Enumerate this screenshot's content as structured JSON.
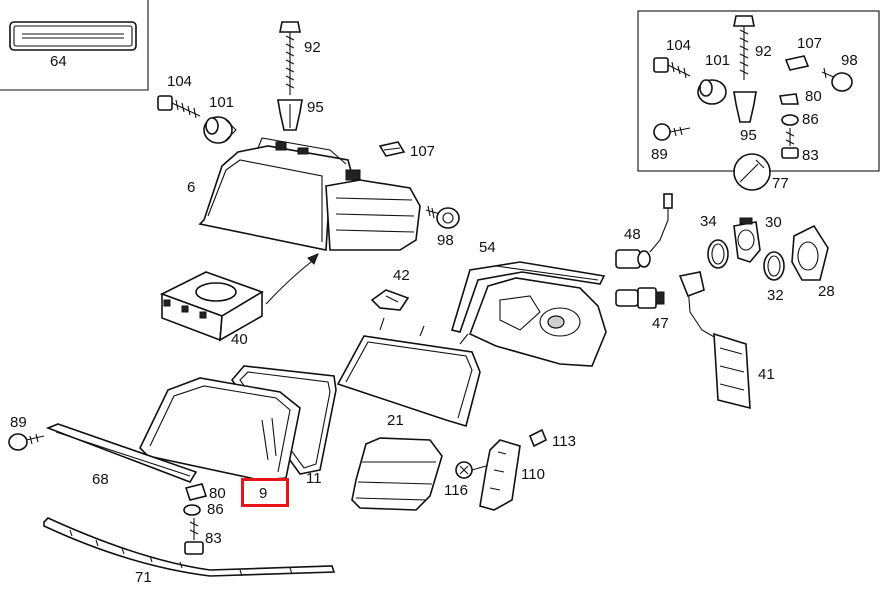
{
  "diagram": {
    "part_labels": {
      "p64": "64",
      "p104a": "104",
      "p101a": "101",
      "p92a": "92",
      "p95a": "95",
      "p107a": "107",
      "p6": "6",
      "p98a": "98",
      "p40": "40",
      "p42": "42",
      "p54": "54",
      "p48": "48",
      "p34": "34",
      "p30": "30",
      "p32": "32",
      "p28": "28",
      "p47": "47",
      "p41": "41",
      "p89a": "89",
      "p21": "21",
      "p11": "11",
      "p9": "9",
      "p68": "68",
      "p80a": "80",
      "p86a": "86",
      "p83a": "83",
      "p71": "71",
      "p113": "113",
      "p110": "110",
      "p116": "116",
      "p104b": "104",
      "p101b": "101",
      "p92b": "92",
      "p107b": "107",
      "p98b": "98",
      "p80b": "80",
      "p86b": "86",
      "p95b": "95",
      "p89b": "89",
      "p83b": "83",
      "p77": "77"
    }
  }
}
